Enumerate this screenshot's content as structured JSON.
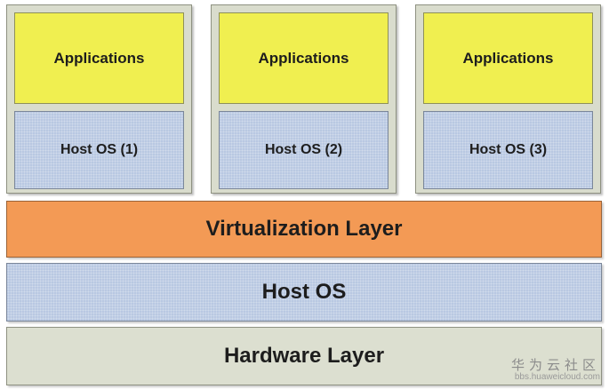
{
  "vms": [
    {
      "applications": "Applications",
      "os": "Host OS (1)"
    },
    {
      "applications": "Applications",
      "os": "Host OS (2)"
    },
    {
      "applications": "Applications",
      "os": "Host OS (3)"
    }
  ],
  "layers": {
    "virtualization": "Virtualization Layer",
    "host_os": "Host OS",
    "hardware": "Hardware Layer"
  },
  "watermark": {
    "title": "华为云社区",
    "url": "bbs.huaweicloud.com"
  },
  "colors": {
    "applications": "#f0ef50",
    "os": "#b9c8e2",
    "virtualization": "#f39a55",
    "hardware": "#dcdfd0",
    "vm_frame": "#d9dccd"
  }
}
